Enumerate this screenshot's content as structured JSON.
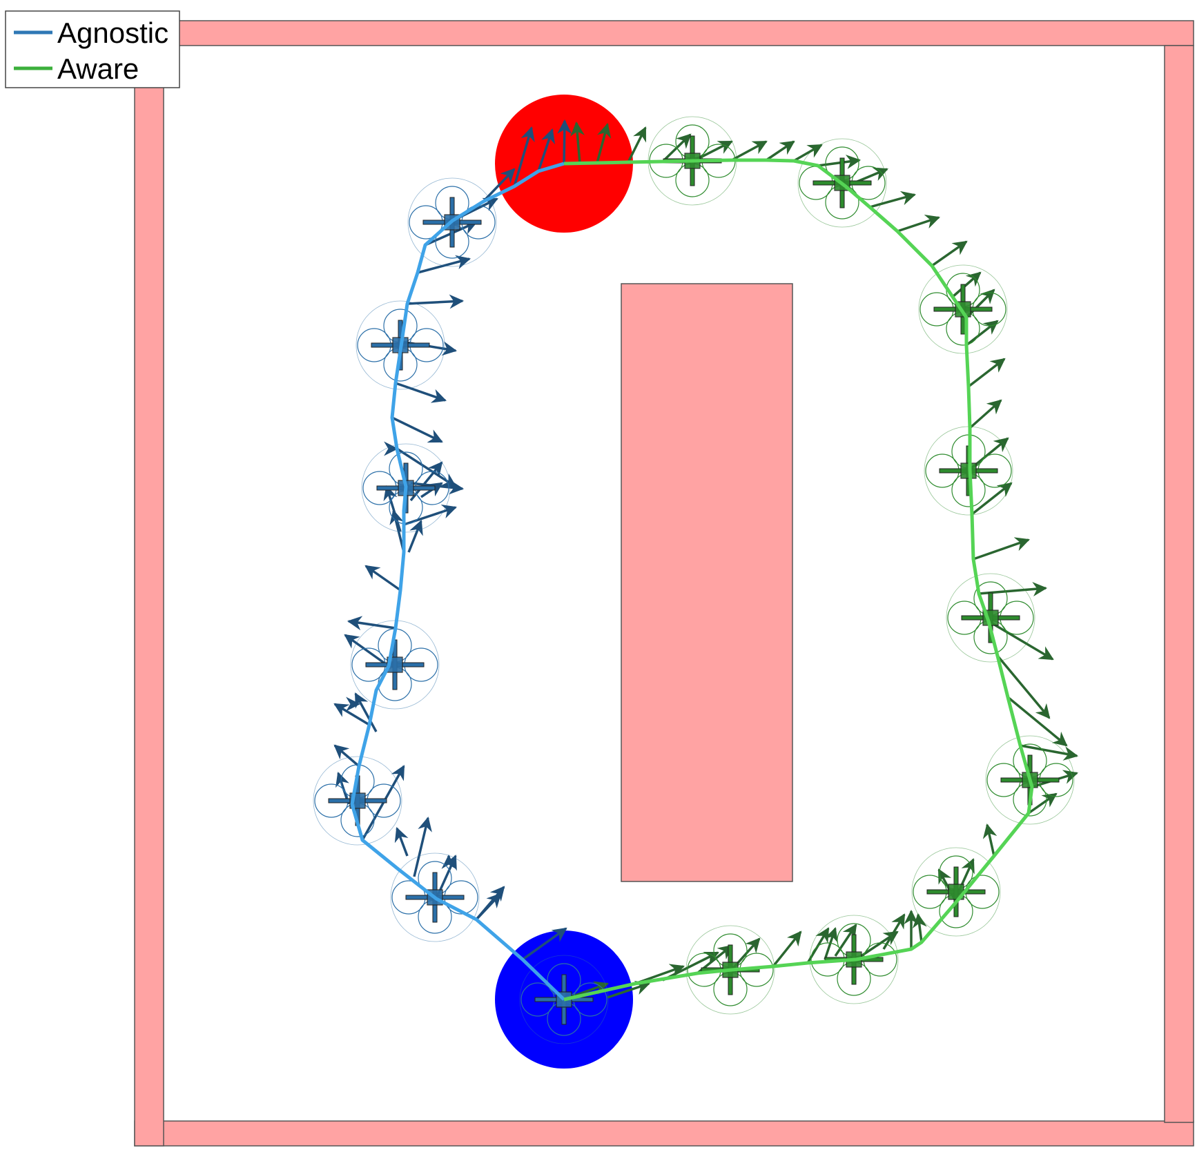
{
  "legend": {
    "agnostic_label": "Agnostic",
    "aware_label": "Aware"
  },
  "colors": {
    "agnostic_line": "#3fa3e8",
    "agnostic_legend": "#2f78b5",
    "agnostic_drone": "#2b6fa8",
    "aware_line": "#55d455",
    "aware_legend": "#3cb03c",
    "aware_drone": "#2e8b2e",
    "arrow_agnostic": "#1f4f7a",
    "arrow_aware": "#2a6630",
    "obstacle": "#ffa3a3",
    "goal": "#ff0000",
    "start": "#0000ff"
  },
  "scene": {
    "start_marker": "blue-disc",
    "goal_marker": "red-disc",
    "obstacles": [
      "wall-top",
      "wall-bottom",
      "wall-left",
      "wall-right",
      "central-block"
    ]
  }
}
